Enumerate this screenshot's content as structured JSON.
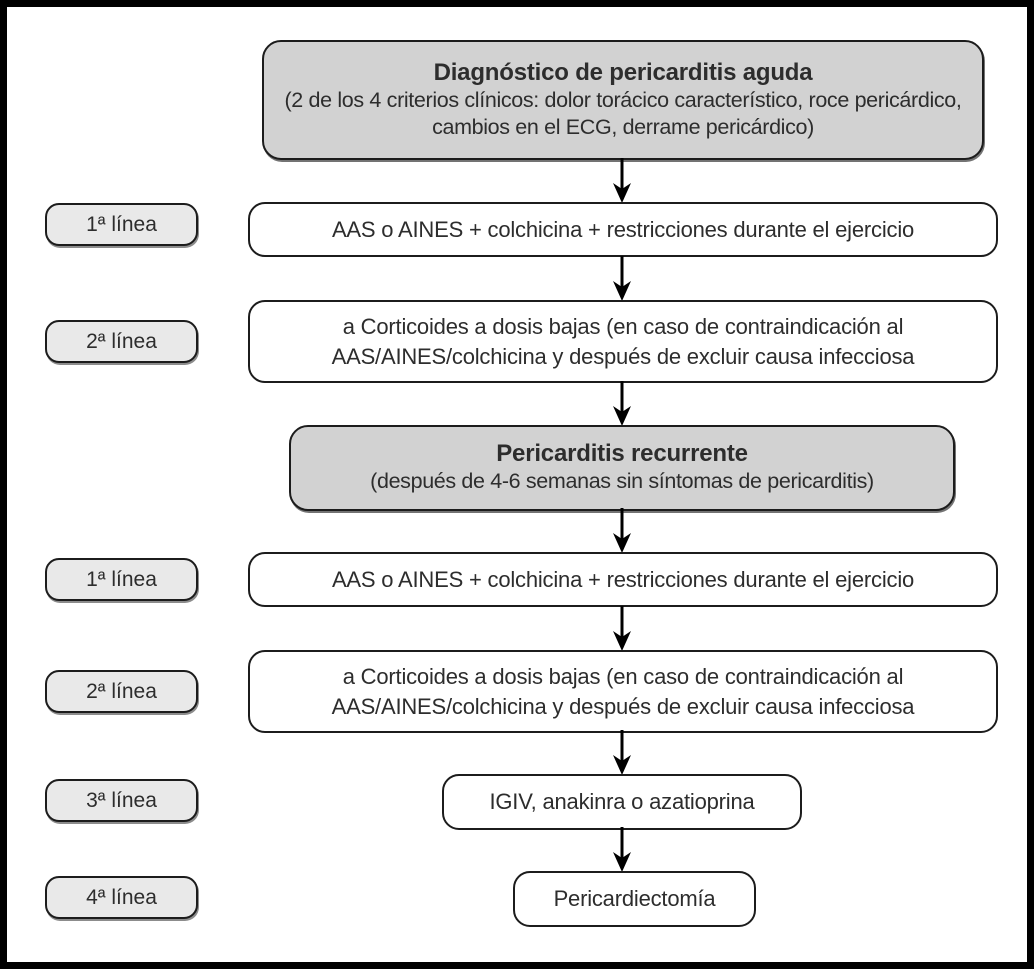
{
  "colors": {
    "frame-border": "#000000",
    "header-fill": "#d2d2d2",
    "label-fill": "#e9e9e9",
    "box-fill": "#ffffff",
    "box-border": "#1c1c1c",
    "text": "#2d2d2d"
  },
  "top_box": {
    "title": "Diagnóstico de pericarditis aguda",
    "subtitle": "(2 de los 4 criterios clínicos: dolor torácico característico, roce pericárdico, cambios en el ECG, derrame pericárdico)"
  },
  "acute": {
    "row1": {
      "label": "1ª línea",
      "text": "AAS o AINES + colchicina + restricciones durante el ejercicio"
    },
    "row2": {
      "label": "2ª línea",
      "text": "a Corticoides a dosis bajas (en caso de contraindicación al AAS/AINES/colchicina y después de excluir causa infecciosa"
    }
  },
  "recurrent_box": {
    "title": "Pericarditis recurrente",
    "subtitle": "(después de 4-6 semanas sin síntomas de pericarditis)"
  },
  "recurrent": {
    "row1": {
      "label": "1ª línea",
      "text": "AAS o AINES + colchicina + restricciones durante el ejercicio"
    },
    "row2": {
      "label": "2ª línea",
      "text": "a Corticoides a dosis bajas (en caso de contraindicación al AAS/AINES/colchicina y después de excluir causa infecciosa"
    },
    "row3": {
      "label": "3ª línea",
      "text": "IGIV, anakinra o azatioprina"
    },
    "row4": {
      "label": "4ª línea",
      "text": "Pericardiectomía"
    }
  }
}
